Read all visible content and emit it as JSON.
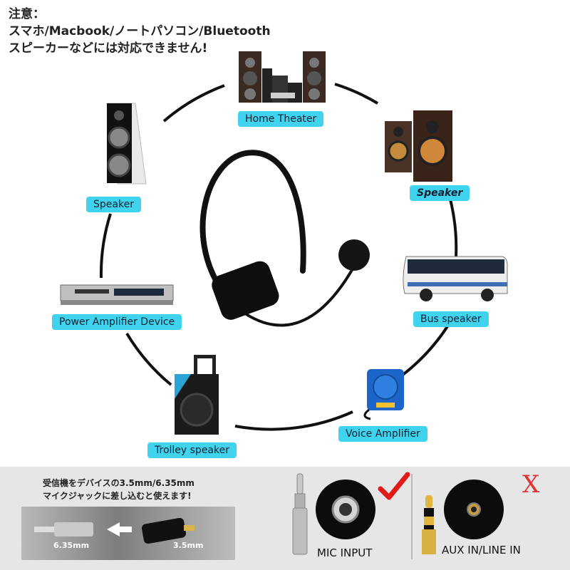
{
  "note": {
    "line1": "注意：",
    "line2": "スマホ/Macbook/ノートパソコン/Bluetooth",
    "line3": "スピーカーなどには対応できません!"
  },
  "devices": {
    "home_theater": "Home Theater",
    "speaker_left": "Speaker",
    "speaker_right": "Speaker",
    "power_amplifier": "Power Amplifier Device",
    "bus_speaker": "Bus speaker",
    "trolley_speaker": "Trolley speaker",
    "voice_amplifier": "Voice Amplifier"
  },
  "bottom": {
    "instruction_line1": "受信機をデバイスの3.5mm/6.35mm",
    "instruction_line2": "マイクジャックに差し込むと使えます!",
    "size_635": "6.35mm",
    "size_35": "3.5mm",
    "mic_input": "MIC INPUT",
    "aux_line_in": "AUX IN/LINE IN",
    "x_mark": "X"
  },
  "colors": {
    "label_bg": "#3fd3ee",
    "check": "#e11b1b",
    "cross": "#d33333"
  },
  "icons": [
    "home-theater-image",
    "speaker-tower-image",
    "wood-speakers-image",
    "dvd-player-image",
    "bus-image",
    "trolley-speaker-image",
    "voice-amplifier-image",
    "headset-mic-image",
    "check-icon",
    "cross-icon"
  ]
}
